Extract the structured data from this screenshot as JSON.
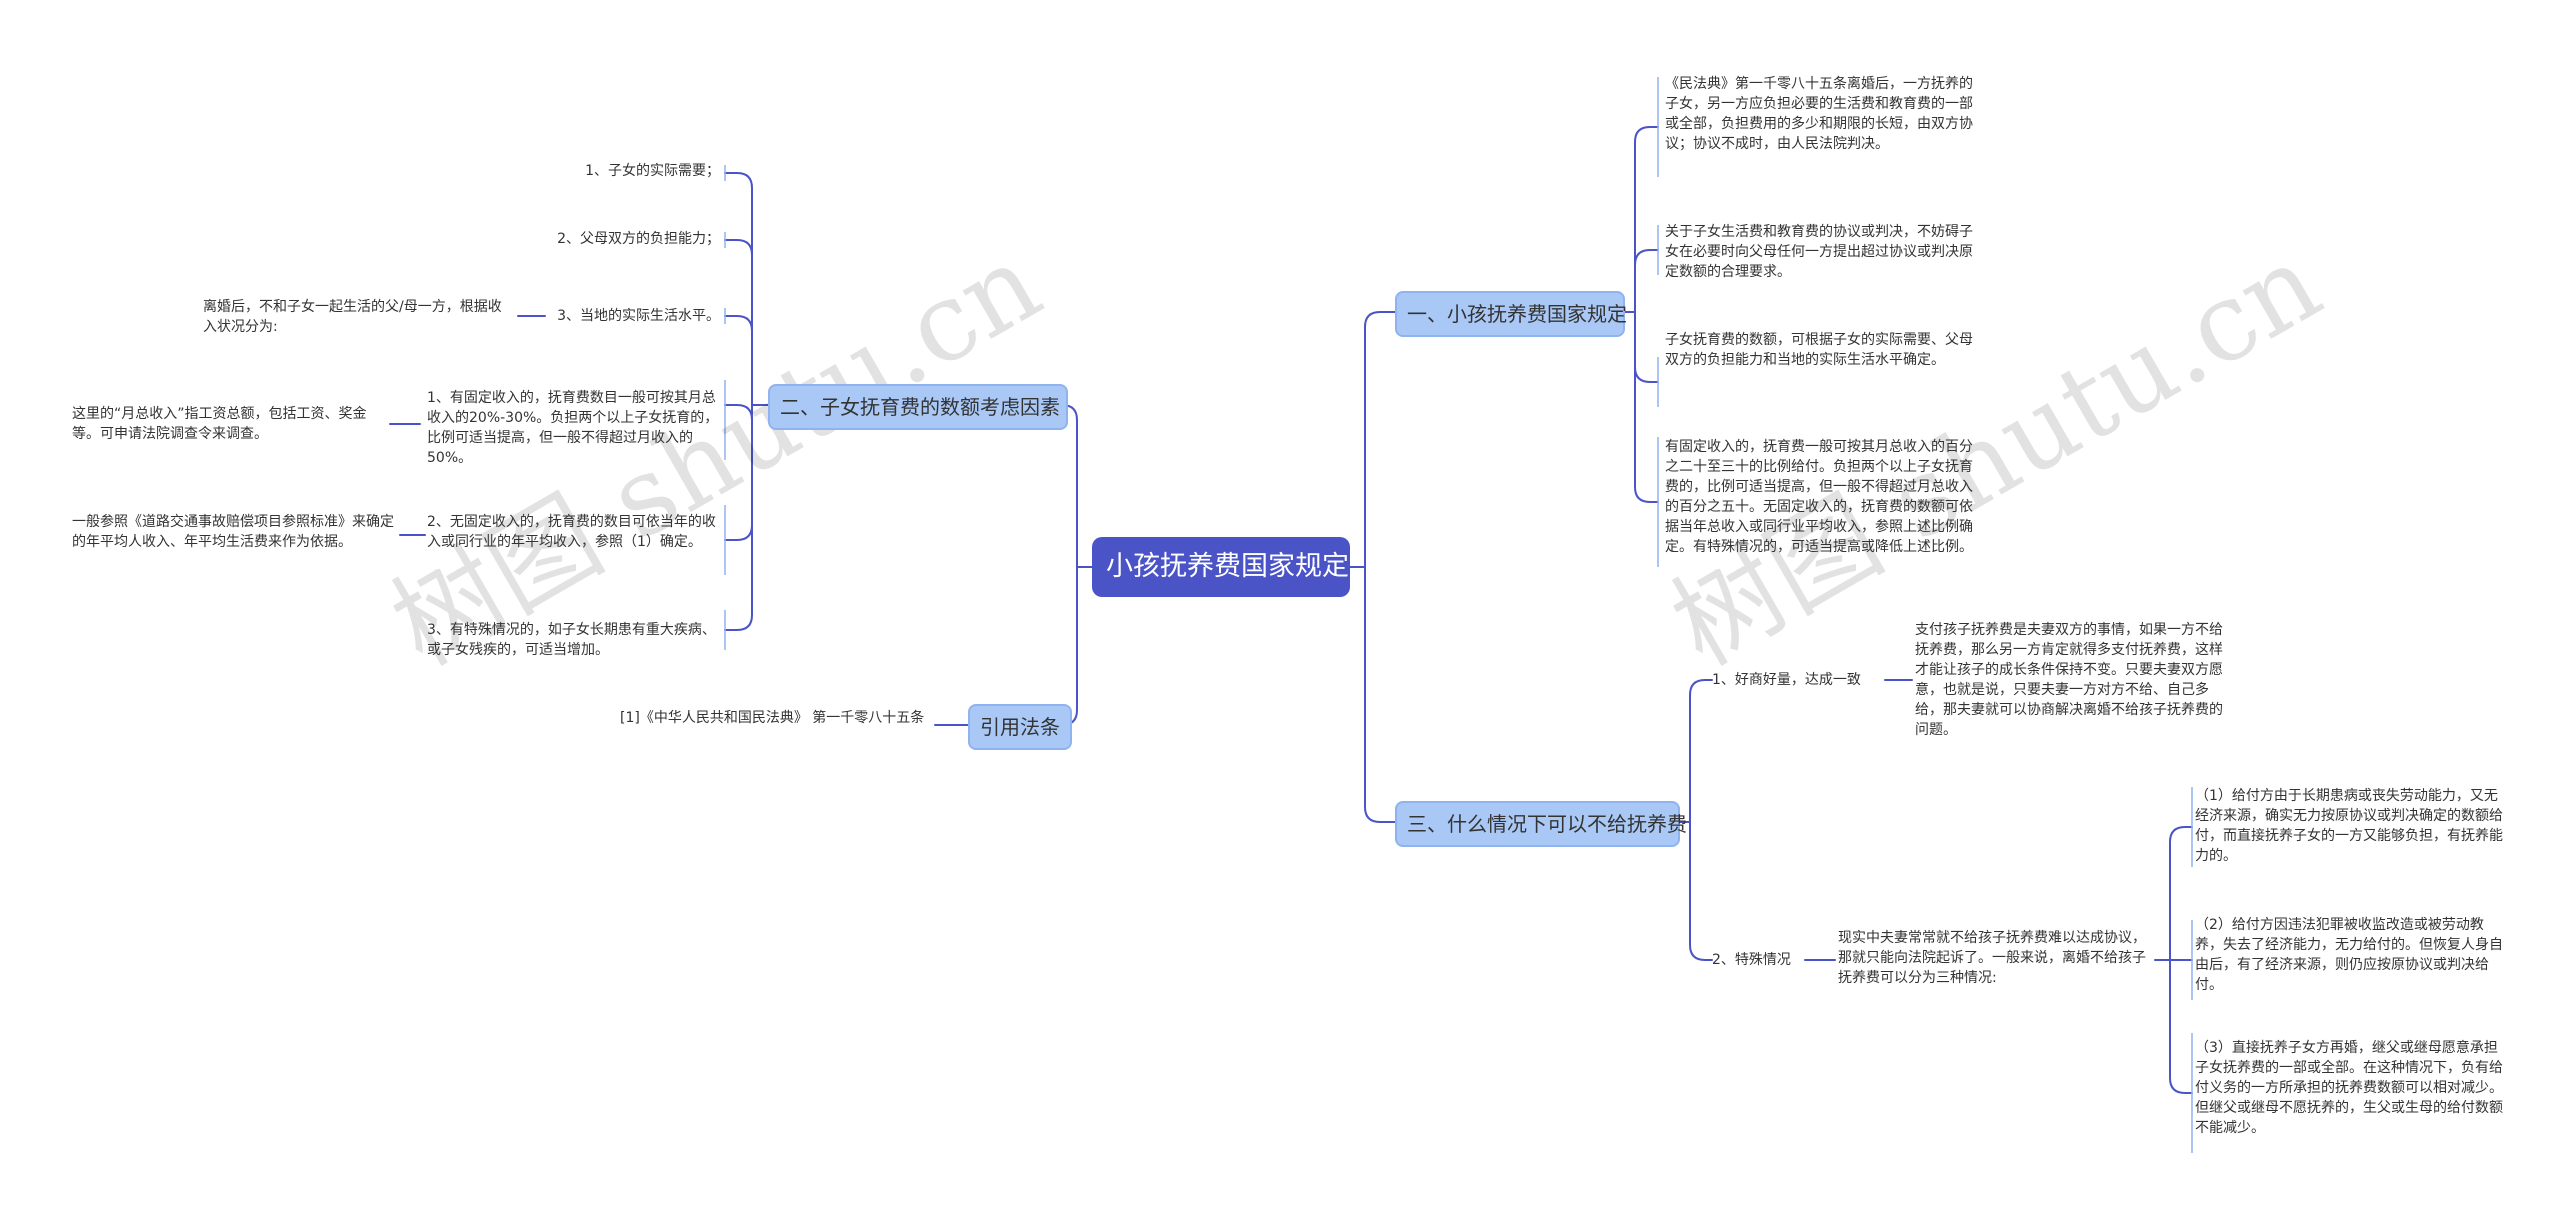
{
  "root": "小孩抚养费国家规定",
  "watermark": "树图 shutu.cn",
  "branches": {
    "b1": {
      "label": "一、小孩抚养费国家规定",
      "items": [
        "《民法典》第一千零八十五条离婚后，一方抚养的子女，另一方应负担必要的生活费和教育费的一部或全部，负担费用的多少和期限的长短，由双方协议；协议不成时，由人民法院判决。",
        "关于子女生活费和教育费的协议或判决，不妨碍子女在必要时向父母任何一方提出超过协议或判决原定数额的合理要求。",
        "子女抚育费的数额，可根据子女的实际需要、父母双方的负担能力和当地的实际生活水平确定。",
        "有固定收入的，抚育费一般可按其月总收入的百分之二十至三十的比例给付。负担两个以上子女抚育费的，比例可适当提高，但一般不得超过月总收入的百分之五十。无固定收入的，抚育费的数额可依据当年总收入或同行业平均收入，参照上述比例确定。有特殊情况的，可适当提高或降低上述比例。"
      ]
    },
    "b2": {
      "label": "二、子女抚育费的数额考虑因素",
      "items": [
        "1、子女的实际需要；",
        "2、父母双方的负担能力；",
        "3、当地的实际生活水平。",
        "1、有固定收入的，抚育费数目一般可按其月总收入的20%-30%。负担两个以上子女抚育的，比例可适当提高，但一般不得超过月收入的50%。",
        "2、无固定收入的，抚育费的数目可依当年的收入或同行业的年平均收入，参照（1）确定。",
        "3、有特殊情况的，如子女长期患有重大疾病、或子女残疾的，可适当增加。"
      ],
      "sub_items": [
        "离婚后，不和子女一起生活的父/母一方，根据收入状况分为:",
        "这里的“月总收入”指工资总额，包括工资、奖金等。可申请法院调查令来调查。",
        "一般参照《道路交通事故赔偿项目参照标准》来确定的年平均人收入、年平均生活费来作为依据。"
      ]
    },
    "b3": {
      "label": "引用法条",
      "items": [
        "[1]《中华人民共和国民法典》 第一千零八十五条"
      ]
    },
    "b4": {
      "label": "三、什么情况下可以不给抚养费",
      "items": [
        "1、好商好量，达成一致",
        "支付孩子抚养费是夫妻双方的事情，如果一方不给抚养费，那么另一方肯定就得多支付抚养费，这样才能让孩子的成长条件保持不变。只要夫妻双方愿意，也就是说，只要夫妻一方对方不给、自己多给，那夫妻就可以协商解决离婚不给孩子抚养费的问题。",
        "2、特殊情况",
        "现实中夫妻常常就不给孩子抚养费难以达成协议，那就只能向法院起诉了。一般来说，离婚不给孩子抚养费可以分为三种情况:",
        "（1）给付方由于长期患病或丧失劳动能力，又无经济来源，确实无力按原协议或判决确定的数额给付，而直接抚养子女的一方又能够负担，有抚养能力的。",
        "（2）给付方因违法犯罪被收监改造或被劳动教养，失去了经济能力，无力给付的。但恢复人身自由后，有了经济来源，则仍应按原协议或判决给付。",
        "（3）直接抚养子女方再婚，继父或继母愿意承担子女抚养费的一部或全部。在这种情况下，负有给付义务的一方所承担的抚养费数额可以相对减少。但继父或继母不愿抚养的，生父或生母的给付数额不能减少。"
      ]
    }
  },
  "colors": {
    "root_bg": "#4a54c7",
    "branch_bg": "#a9c8f6",
    "line": "#4a54c7",
    "text": "#333333"
  }
}
